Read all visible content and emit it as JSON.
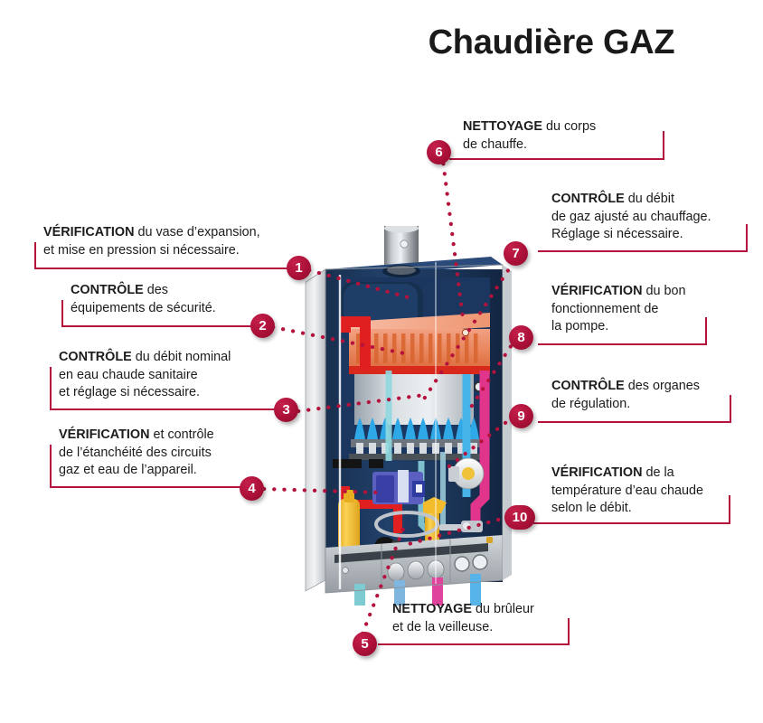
{
  "title": "Chaudière GAZ",
  "colors": {
    "accent_red": "#B4123C",
    "bullet_red": "#AB1038",
    "text": "#1C1C1C",
    "casing_navy": "#1E3A5F",
    "heat_exchanger_orange": "#E8845A",
    "pipe_red": "#E02020",
    "pipe_magenta": "#E0358B",
    "flame_blue": "#29A8E0",
    "valve_yellow": "#F5C13A",
    "panel_grey": "#B8BCC0"
  },
  "callouts": [
    {
      "number": "1",
      "lines": [
        {
          "bold": "VÉRIFICATION",
          "rest": " du vase d’expansion,"
        },
        {
          "bold": "",
          "rest": "et mise en pression si nécessaire."
        }
      ]
    },
    {
      "number": "2",
      "lines": [
        {
          "bold": "CONTRÔLE",
          "rest": " des"
        },
        {
          "bold": "",
          "rest": "équipements de sécurité."
        }
      ]
    },
    {
      "number": "3",
      "lines": [
        {
          "bold": "CONTRÔLE",
          "rest": " du débit nominal"
        },
        {
          "bold": "",
          "rest": "en eau chaude sanitaire"
        },
        {
          "bold": "",
          "rest": "et réglage si nécessaire."
        }
      ]
    },
    {
      "number": "4",
      "lines": [
        {
          "bold": "VÉRIFICATION",
          "rest": " et contrôle"
        },
        {
          "bold": "",
          "rest": "de l’étanchéité des circuits"
        },
        {
          "bold": "",
          "rest": "gaz et eau de l’appareil."
        }
      ]
    },
    {
      "number": "5",
      "lines": [
        {
          "bold": "NETTOYAGE",
          "rest": " du brûleur"
        },
        {
          "bold": "",
          "rest": "et de la veilleuse."
        }
      ]
    },
    {
      "number": "6",
      "lines": [
        {
          "bold": "NETTOYAGE",
          "rest": " du corps"
        },
        {
          "bold": "",
          "rest": "de chauffe."
        }
      ]
    },
    {
      "number": "7",
      "lines": [
        {
          "bold": "CONTRÔLE",
          "rest": " du débit"
        },
        {
          "bold": "",
          "rest": "de gaz ajusté au chauffage."
        },
        {
          "bold": "",
          "rest": "Réglage si nécessaire."
        }
      ]
    },
    {
      "number": "8",
      "lines": [
        {
          "bold": "VÉRIFICATION",
          "rest": " du bon"
        },
        {
          "bold": "",
          "rest": "fonctionnement de"
        },
        {
          "bold": "",
          "rest": "la pompe."
        }
      ]
    },
    {
      "number": "9",
      "lines": [
        {
          "bold": "CONTRÔLE",
          "rest": " des organes"
        },
        {
          "bold": "",
          "rest": "de régulation."
        }
      ]
    },
    {
      "number": "10",
      "lines": [
        {
          "bold": "VÉRIFICATION",
          "rest": " de la"
        },
        {
          "bold": "",
          "rest": "température d’eau chaude"
        },
        {
          "bold": "",
          "rest": "selon le débit."
        }
      ]
    }
  ],
  "illustration": {
    "name": "gas-boiler-cutaway",
    "parts": [
      "flue-pipe",
      "casing",
      "heat-exchanger",
      "burner-flames",
      "circulation-pump",
      "gas-valve",
      "expansion-vessel",
      "control-panel",
      "water-pipes"
    ]
  }
}
